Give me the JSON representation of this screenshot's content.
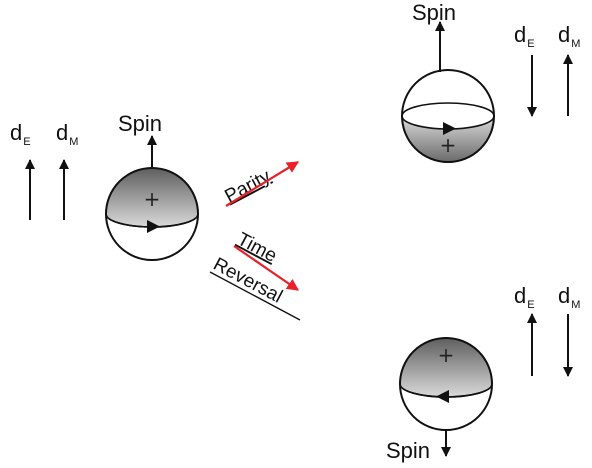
{
  "symbols": {
    "spin": "Spin",
    "d": "d",
    "sub_e": "E",
    "sub_m": "M",
    "plus": "+"
  },
  "operations": {
    "parity": "Parity",
    "time": "Time",
    "reversal": "Reversal"
  },
  "colors": {
    "arrow_accent": "#e8212a",
    "sphere_shade_dark": "#6e6e6e",
    "sphere_shade_light": "#d8d8d8",
    "ink": "#111111"
  }
}
